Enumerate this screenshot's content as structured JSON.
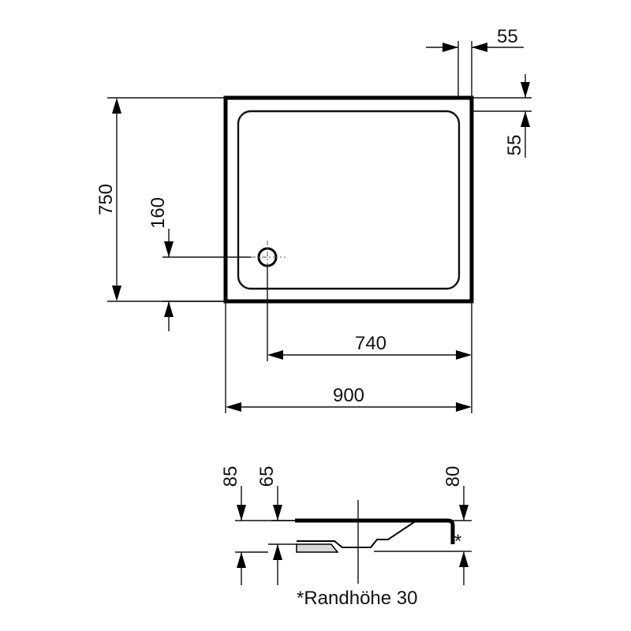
{
  "plan": {
    "dimensions": {
      "width": "900",
      "depth": "750",
      "drain_to_right": "740",
      "drain_from_bottom": "160",
      "rim_right": "55",
      "rim_top": "55"
    }
  },
  "section": {
    "dimensions": {
      "total_height": "85",
      "tray_height": "65",
      "rim_height": "80"
    },
    "asterisk": "*",
    "note": "*Randhöhe 30"
  }
}
